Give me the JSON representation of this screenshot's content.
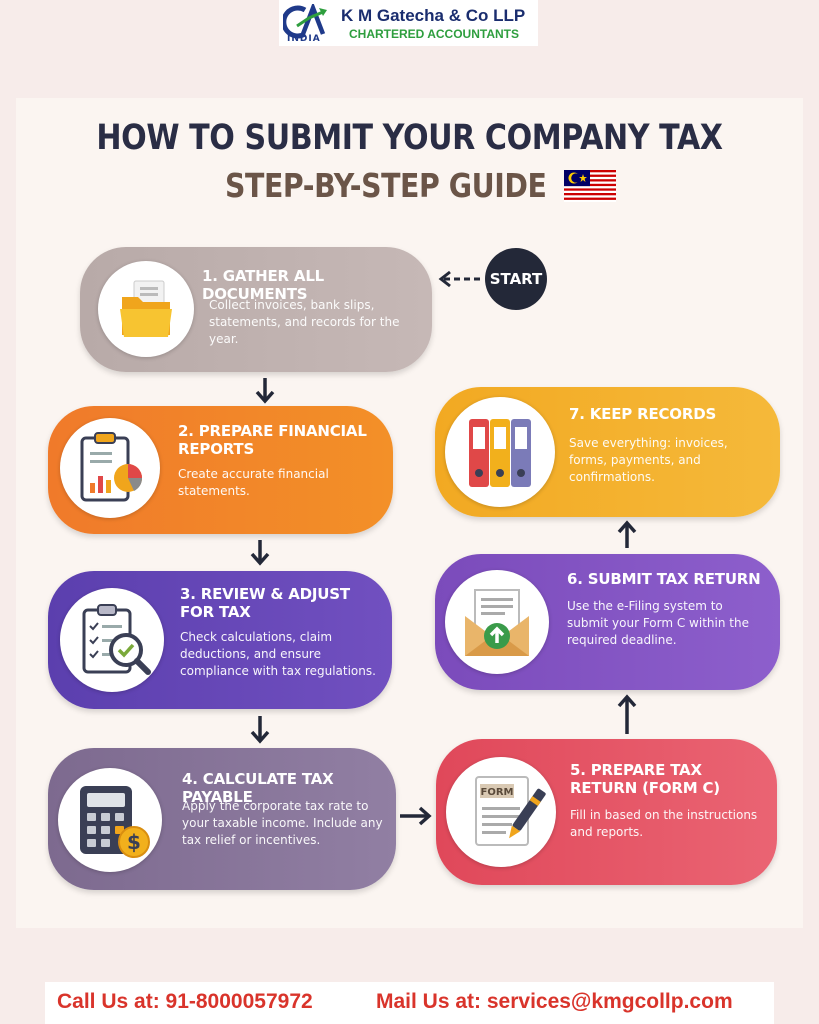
{
  "header": {
    "logo_india": "INDIA",
    "firm_name": "K M Gatecha & Co LLP",
    "firm_subtitle": "CHARTERED ACCOUNTANTS"
  },
  "title": {
    "line1": "HOW TO SUBMIT YOUR COMPANY TAX",
    "line2": "STEP-BY-STEP GUIDE"
  },
  "start_label": "START",
  "steps": [
    {
      "title": "1. GATHER ALL DOCUMENTS",
      "description": "Collect invoices, bank slips, statements, and records for the year.",
      "icon": "folder-icon",
      "color": "#b8aaa8"
    },
    {
      "title": "2. PREPARE FINANCIAL REPORTS",
      "description": "Create accurate financial statements.",
      "icon": "clipboard-chart-icon",
      "color": "#f07a2a"
    },
    {
      "title": "3. REVIEW & ADJUST FOR TAX",
      "description": "Check calculations, claim deductions, and ensure compliance with tax regulations.",
      "icon": "checklist-magnifier-icon",
      "color": "#5b3fae"
    },
    {
      "title": "4. CALCULATE TAX PAYABLE",
      "description": "Apply the corporate tax rate to your taxable income. Include any tax relief or incentives.",
      "icon": "calculator-icon",
      "color": "#7d6a8f"
    },
    {
      "title": "5. PREPARE TAX RETURN (FORM C)",
      "description": "Fill in based on the instructions and reports.",
      "icon": "form-pen-icon",
      "icon_label": "FORM",
      "color": "#e0485a"
    },
    {
      "title": "6. SUBMIT TAX RETURN",
      "description": "Use the e-Filing system to submit your Form C within the required deadline.",
      "icon": "envelope-upload-icon",
      "color": "#7b4bbb"
    },
    {
      "title": "7. KEEP RECORDS",
      "description": "Save everything: invoices, forms, payments, and confirmations.",
      "icon": "binders-icon",
      "color": "#f2a922"
    }
  ],
  "footer": {
    "call": "Call Us at: 91-8000057972",
    "mail": "Mail Us at: services@kmgcollp.com"
  }
}
